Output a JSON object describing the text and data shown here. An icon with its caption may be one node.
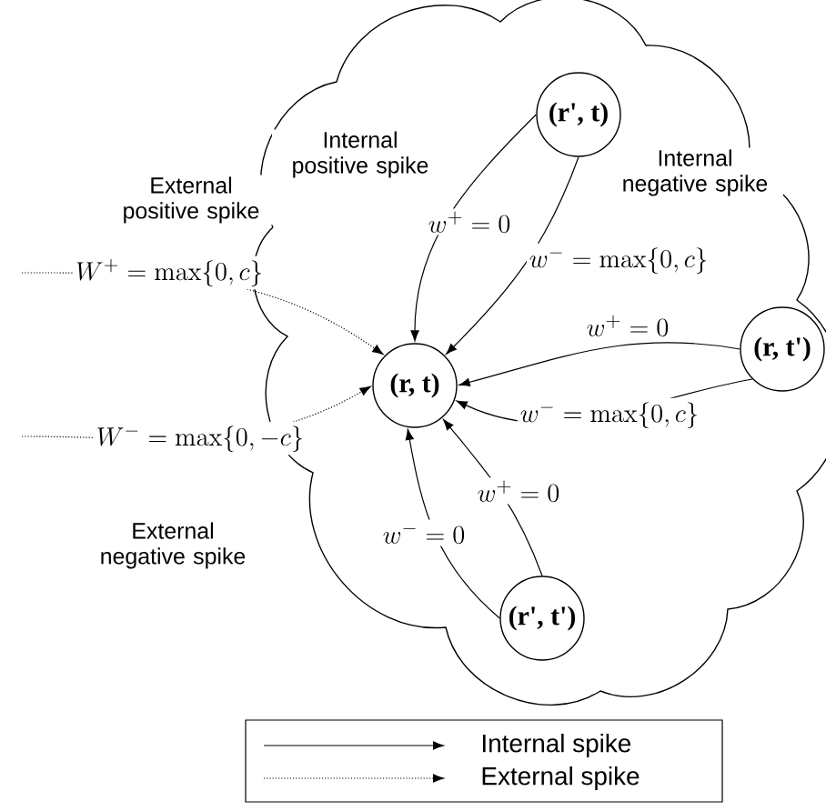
{
  "diagram": {
    "nodes": [
      {
        "text": [],
        "shape": "cloud"
      },
      {
        "text": [
          "(r', t)"
        ],
        "in": 0
      },
      {
        "text": [
          "(r, t)"
        ],
        "in": 0
      },
      {
        "text": [
          "(r, t')"
        ],
        "in": 0
      },
      {
        "text": [
          "(r', t')"
        ],
        "in": 0
      }
    ],
    "edges": [
      {
        "from": 1,
        "to": 2,
        "arrow": "to",
        "label": "w^{+} = 0"
      },
      {
        "from": 1,
        "to": 2,
        "arrow": "to",
        "label": "w^{-} = \\max\\{0, c\\}"
      },
      {
        "from": 3,
        "to": 2,
        "arrow": "to",
        "label": "w^{+} = 0"
      },
      {
        "from": 3,
        "to": 2,
        "arrow": "to",
        "label": "w^{-} = \\max\\{0, c\\}"
      },
      {
        "from": 4,
        "to": 2,
        "arrow": "to",
        "label": "w^{-} = 0"
      },
      {
        "from": 4,
        "to": 2,
        "arrow": "to",
        "label": "w^{+} = 0"
      },
      {
        "from": null,
        "to": 2,
        "arrow": "to",
        "style": "dashed",
        "label": "W^{+} = \\max\\{0, c\\}"
      },
      {
        "from": null,
        "to": 2,
        "arrow": "to",
        "style": "dashed",
        "label": "W^{-} = \\max\\{0,-c\\}"
      }
    ],
    "labels": [
      "External positive spike",
      "Internal positive spike",
      "Internal negative spike",
      "External negative spike"
    ],
    "legend": [
      {
        "text": "Internal spike"
      },
      {
        "text": "External spike"
      }
    ]
  }
}
